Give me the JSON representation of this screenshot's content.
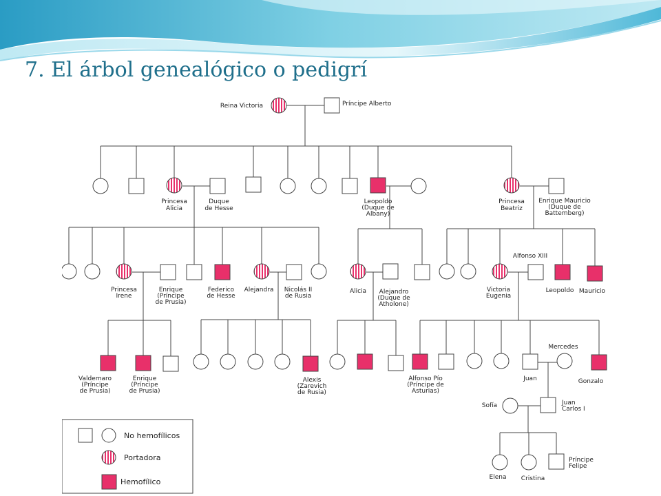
{
  "title": "7. El árbol genealógico o pedigrí",
  "colors": {
    "title": "#1f6f8b",
    "affected": "#e8306a",
    "carrier_stripe": "#e8306a",
    "normal": "#ffffff",
    "line": "#444444"
  },
  "legend": {
    "normal": "No hemofílicos",
    "carrier": "Portadora",
    "affected": "Hemofílico"
  },
  "people": {
    "victoria": "Reina Victoria",
    "alberto": "Príncipe Alberto",
    "alicia1": [
      "Princesa",
      "Alicia"
    ],
    "duque_hesse": [
      "Duque",
      "de Hesse"
    ],
    "leopoldo1": [
      "Leopoldo",
      "(Duque de",
      "Albany)"
    ],
    "beatriz": [
      "Princesa",
      "Beatriz"
    ],
    "enrique_mauricio": [
      "Enrique Mauricio",
      "(Duque de",
      "Battemberg)"
    ],
    "irene": [
      "Princesa",
      "Irene"
    ],
    "enrique_prusia": [
      "Enrique",
      "(Príncipe",
      "de Prusia)"
    ],
    "federico": [
      "Federico",
      "de Hesse"
    ],
    "alejandra": "Alejandra",
    "nicolas": [
      "Nicolás II",
      "de Rusia"
    ],
    "alicia2": "Alicia",
    "alejandro": [
      "Alejandro",
      "(Duque de",
      "Atholone)"
    ],
    "alfonso13": "Alfonso XIII",
    "victoria_eugenia": [
      "Victoria",
      "Eugenia"
    ],
    "leopoldo2": "Leopoldo",
    "mauricio": "Mauricio",
    "valdemaro": [
      "Valdemaro",
      "(Príncipe",
      "de Prusia)"
    ],
    "enrique2": [
      "Enrique",
      "(Príncipe",
      "de Prusia)"
    ],
    "alexis": [
      "Alexis",
      "(Zarevich",
      "de Rusia)"
    ],
    "alfonso_pio": [
      "Alfonso Pío",
      "(Príncipe de",
      "Asturias)"
    ],
    "juan": "Juan",
    "mercedes": "Mercedes",
    "gonzalo": "Gonzalo",
    "sofia": "Sofía",
    "juan_carlos": [
      "Juan",
      "Carlos I"
    ],
    "elena": "Elena",
    "cristina": "Cristina",
    "felipe": [
      "Príncipe",
      "Felipe"
    ]
  }
}
